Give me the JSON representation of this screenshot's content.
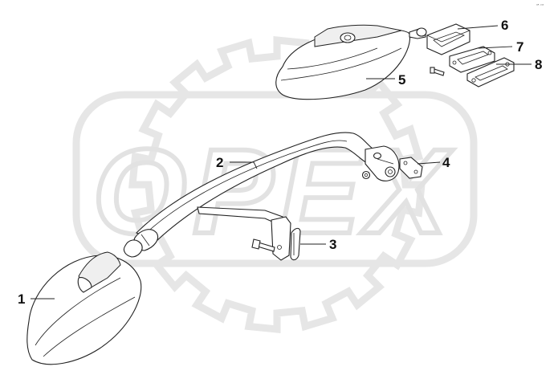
{
  "watermark": {
    "brand_text": "OPEX",
    "gear_color": "#e6e6e6",
    "text_color": "#e2e2e2"
  },
  "corner_mark": "ᵃᴿ ˢⁿᵈ",
  "line_color": "#222222",
  "callouts": [
    {
      "label": "1",
      "part": "mirror-head-left"
    },
    {
      "label": "2",
      "part": "mirror-arm"
    },
    {
      "label": "3",
      "part": "support-bracket"
    },
    {
      "label": "4",
      "part": "mounting-plate"
    },
    {
      "label": "5",
      "part": "mirror-head-right"
    },
    {
      "label": "6",
      "part": "clamp-bracket"
    },
    {
      "label": "7",
      "part": "base-plate"
    },
    {
      "label": "8",
      "part": "gasket-plate"
    }
  ]
}
